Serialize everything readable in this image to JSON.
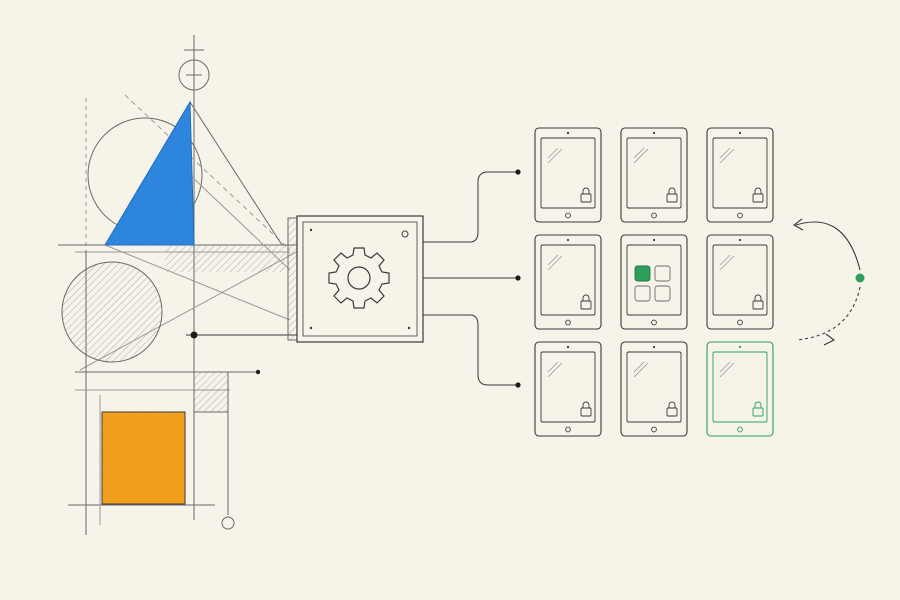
{
  "colors": {
    "background": "#f6f3e9",
    "ink": "#3a3a3a",
    "faint": "#9a9a9a",
    "blue": "#2e86de",
    "orange": "#f2a01e",
    "green": "#2e9e5b",
    "tile_border": "#6a6a6a"
  },
  "icons": {
    "hub": "gear-icon",
    "locked_tablet": "lock-icon",
    "featured_tablet": "app-grid-icon",
    "cycle": "circular-arrows-icon"
  },
  "tablet_grid": {
    "rows": 3,
    "cols": 3,
    "tiles": [
      {
        "state": "locked"
      },
      {
        "state": "locked"
      },
      {
        "state": "locked"
      },
      {
        "state": "locked"
      },
      {
        "state": "apps"
      },
      {
        "state": "locked"
      },
      {
        "state": "locked"
      },
      {
        "state": "locked"
      },
      {
        "state": "selected"
      }
    ]
  }
}
